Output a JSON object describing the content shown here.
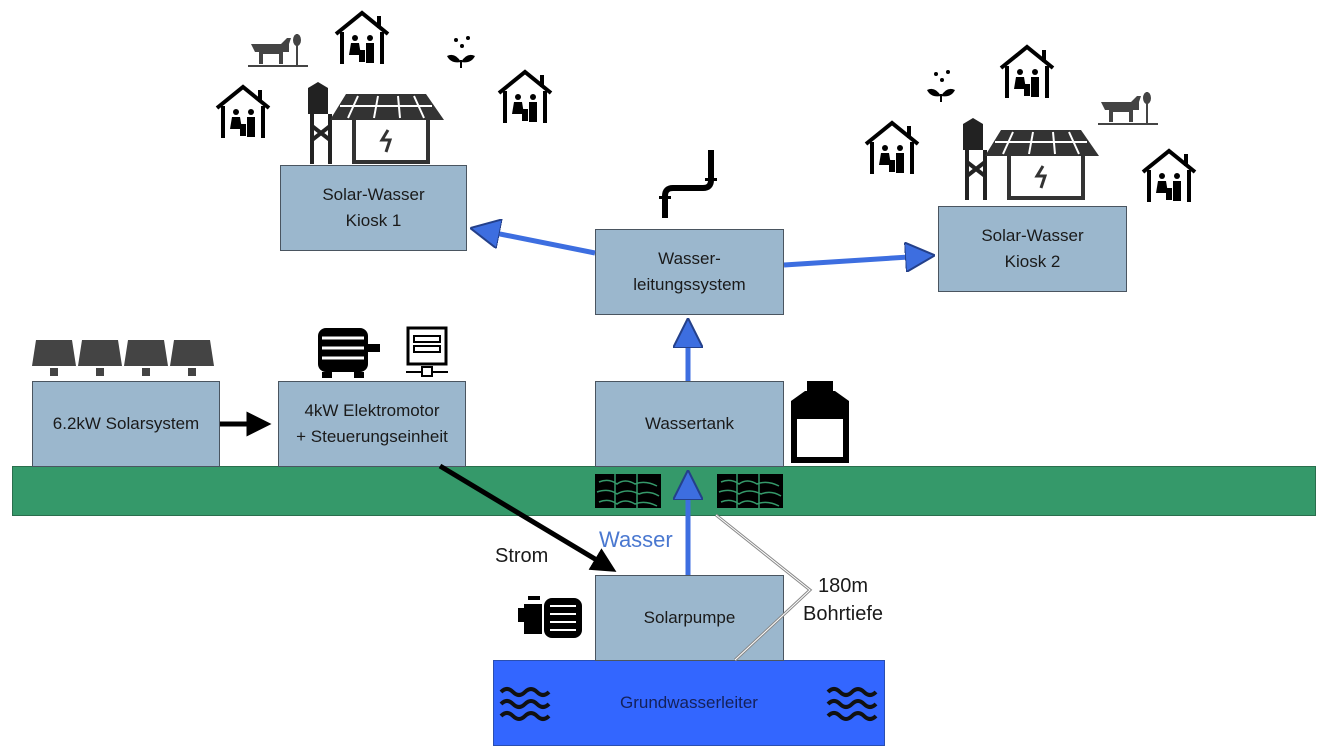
{
  "boxes": {
    "kiosk1": {
      "line1": "Solar-Wasser",
      "line2": "Kiosk 1"
    },
    "kiosk2": {
      "line1": "Solar-Wasser",
      "line2": "Kiosk 2"
    },
    "pipe_system": {
      "line1": "Wasser-",
      "line2": "leitungssystem"
    },
    "solar_system": {
      "label": "6.2kW Solarsystem"
    },
    "motor": {
      "line1": "4kW Elektromotor",
      "line2": "+ Steuerungseinheit"
    },
    "water_tank": {
      "label": "Wassertank"
    },
    "pump": {
      "label": "Solarpumpe"
    },
    "aquifer": {
      "label": "Grundwasserleiter"
    }
  },
  "labels": {
    "power": "Strom",
    "water": "Wasser",
    "depth_line1": "180m",
    "depth_line2": "Bohrtiefe"
  },
  "colors": {
    "box_fill": "#9bb7cd",
    "ground": "#35996a",
    "aquifer": "#3366ff",
    "water_arrow": "#3d6ee0",
    "water_text": "#4a78d0"
  },
  "icons": [
    "house-family-icon",
    "cow-crop-icon",
    "plant-rain-icon",
    "water-tower-icon",
    "solar-kiosk-icon",
    "pipe-icon",
    "solar-panel-icon",
    "electric-motor-icon",
    "control-unit-icon",
    "tank-icon",
    "rock-icon",
    "pump-icon",
    "water-waves-icon"
  ]
}
